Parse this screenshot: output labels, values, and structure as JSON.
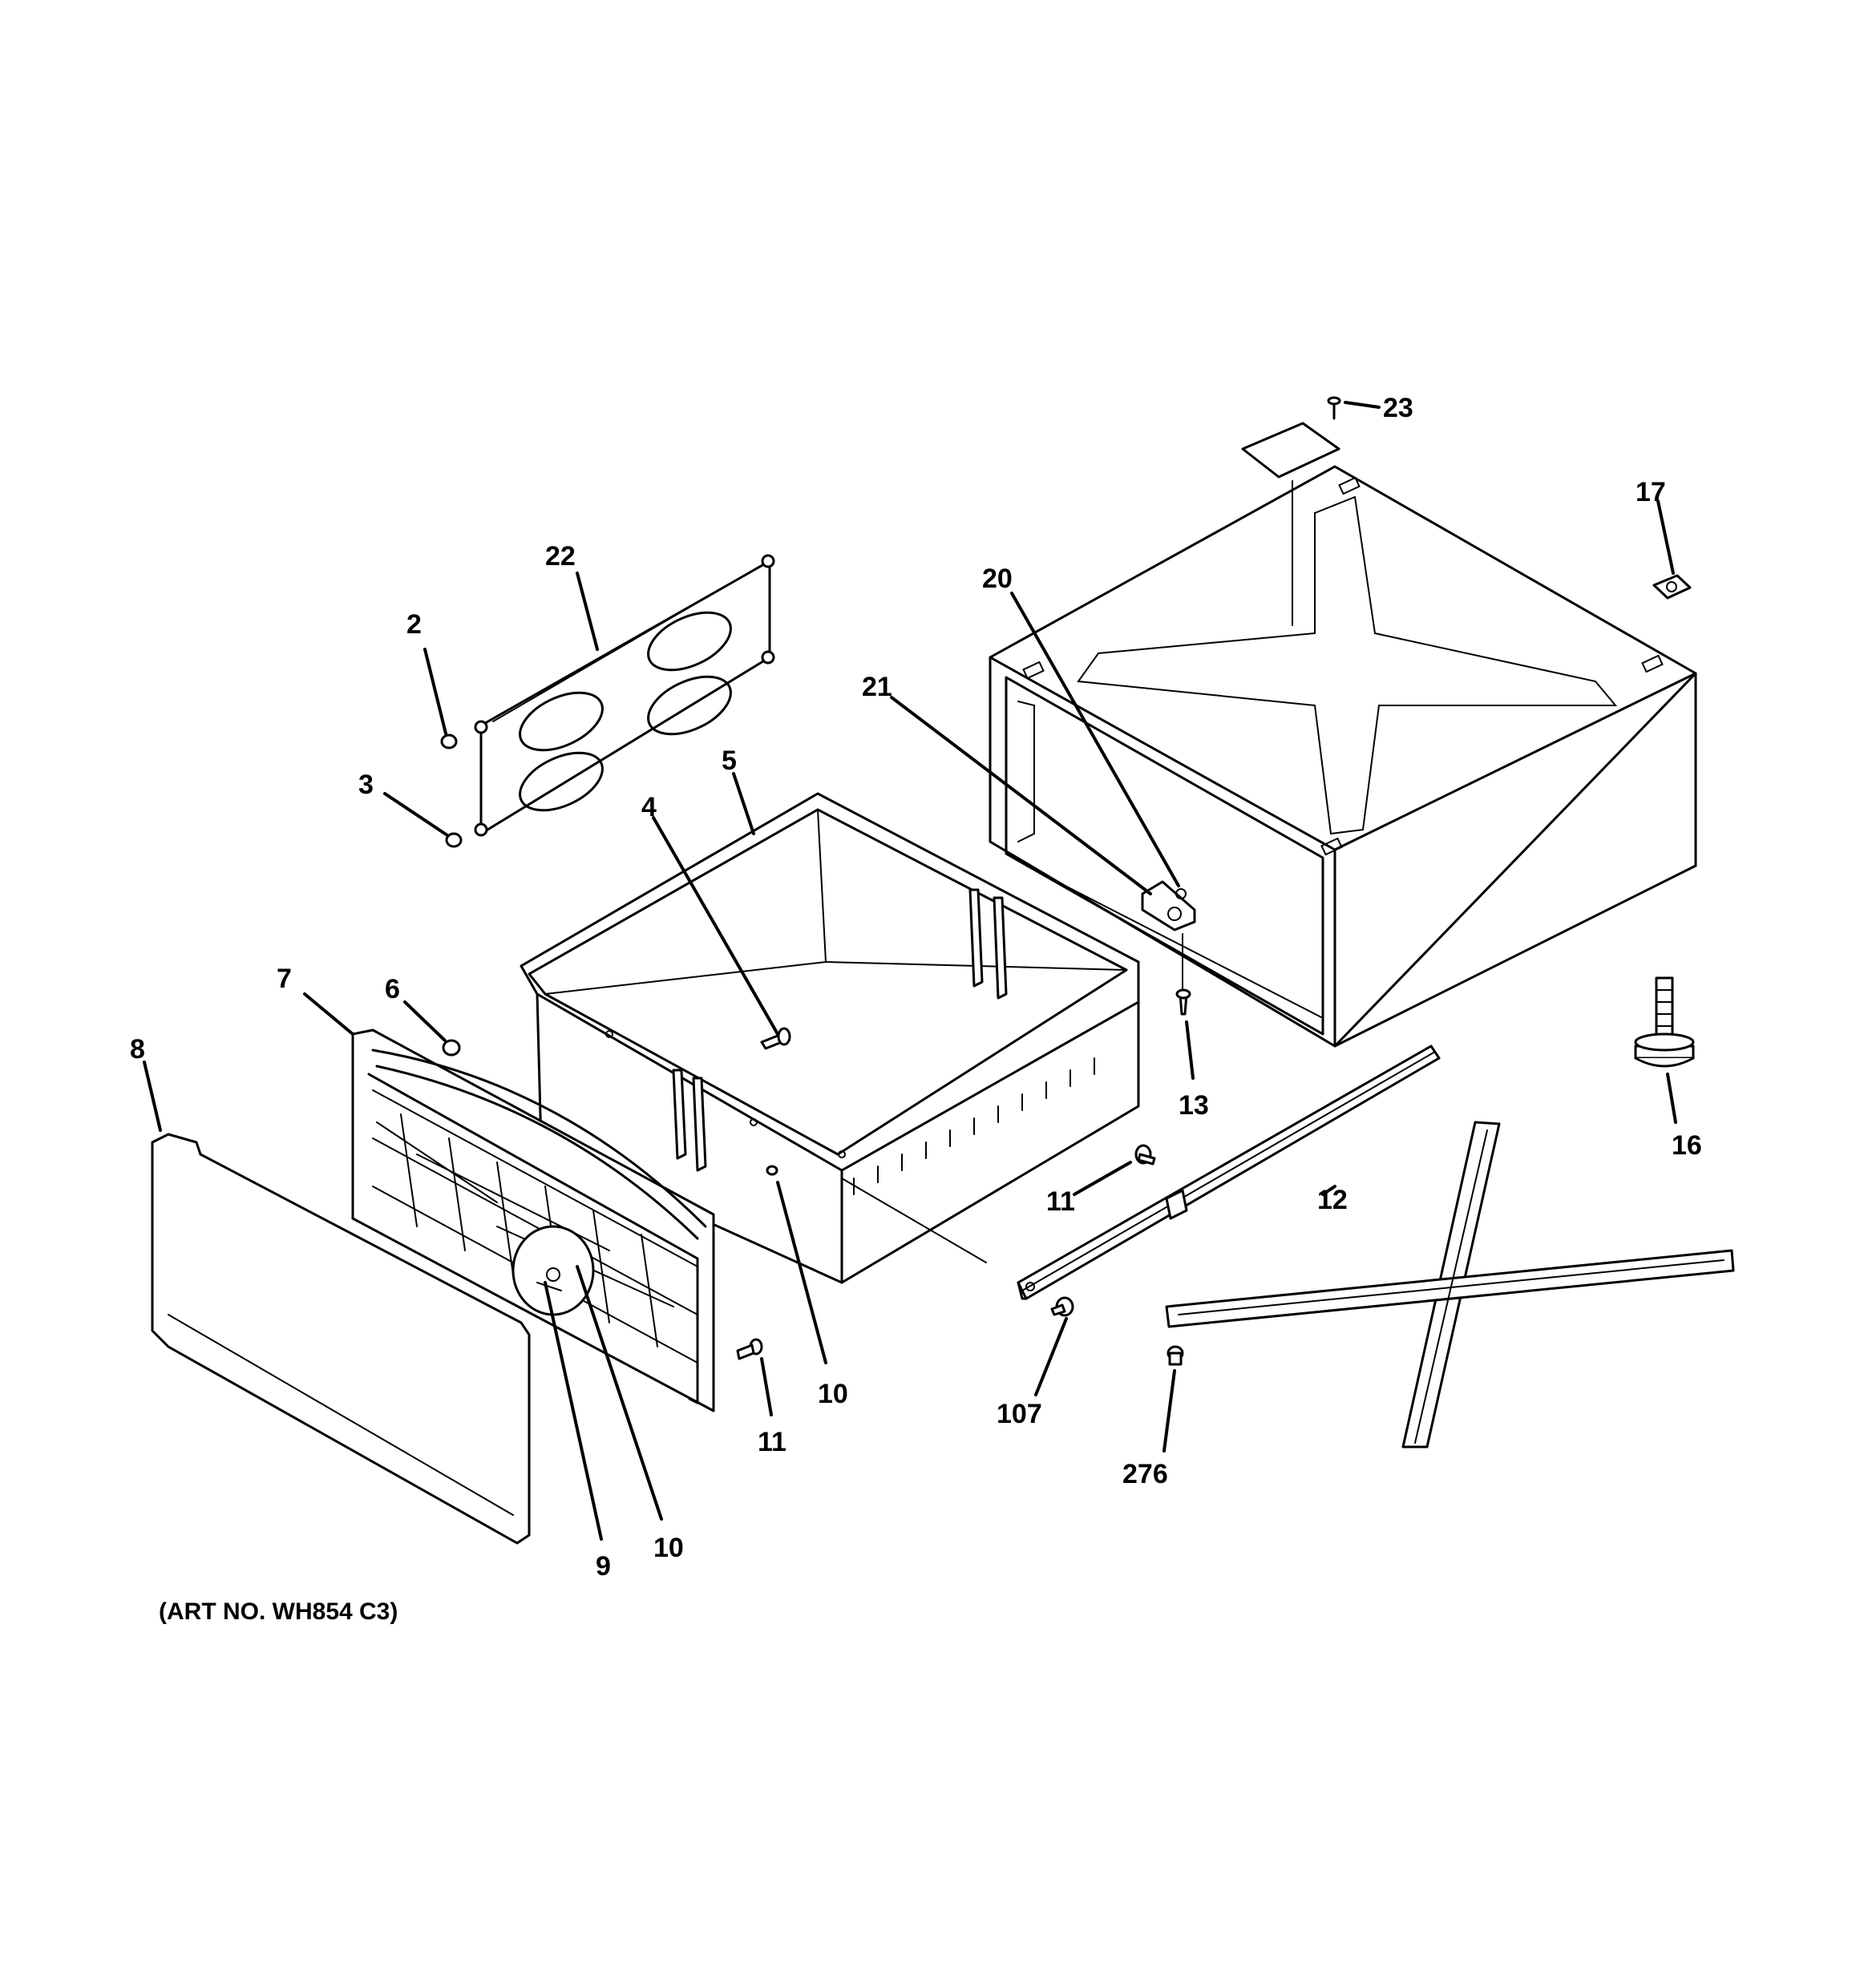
{
  "diagram": {
    "art_number": "(ART NO. WH854 C3)",
    "callouts": [
      {
        "id": "c23",
        "label": "23"
      },
      {
        "id": "c17",
        "label": "17"
      },
      {
        "id": "c20",
        "label": "20"
      },
      {
        "id": "c21",
        "label": "21"
      },
      {
        "id": "c22",
        "label": "22"
      },
      {
        "id": "c2",
        "label": "2"
      },
      {
        "id": "c3",
        "label": "3"
      },
      {
        "id": "c5",
        "label": "5"
      },
      {
        "id": "c4",
        "label": "4"
      },
      {
        "id": "c6",
        "label": "6"
      },
      {
        "id": "c7",
        "label": "7"
      },
      {
        "id": "c8",
        "label": "8"
      },
      {
        "id": "c13",
        "label": "13"
      },
      {
        "id": "c16",
        "label": "16"
      },
      {
        "id": "c11a",
        "label": "11"
      },
      {
        "id": "c12",
        "label": "12"
      },
      {
        "id": "c10a",
        "label": "10"
      },
      {
        "id": "c11b",
        "label": "11"
      },
      {
        "id": "c107",
        "label": "107"
      },
      {
        "id": "c276",
        "label": "276"
      },
      {
        "id": "c10b",
        "label": "10"
      },
      {
        "id": "c9",
        "label": "9"
      }
    ]
  }
}
